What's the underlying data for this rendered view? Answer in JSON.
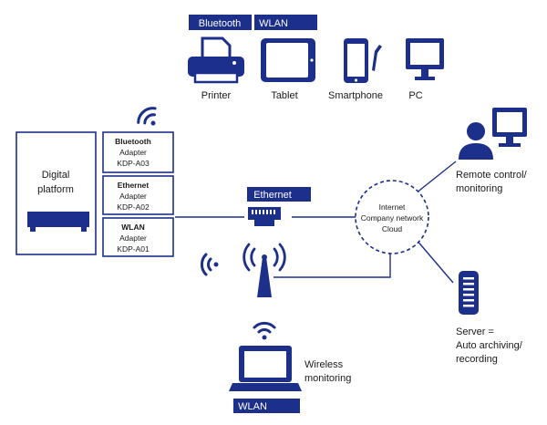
{
  "colors": {
    "primary": "#1c2f8a",
    "text": "#1a1a1a",
    "background": "#ffffff"
  },
  "top_badges": {
    "bluetooth": "Bluetooth",
    "wlan": "WLAN"
  },
  "devices": {
    "printer": "Printer",
    "tablet": "Tablet",
    "smartphone": "Smartphone",
    "pc": "PC"
  },
  "platform": {
    "label_line1": "Digital",
    "label_line2": "platform"
  },
  "adapters": [
    {
      "name": "Bluetooth",
      "line1": "Adapter",
      "line2": "KDP-A03"
    },
    {
      "name": "Ethernet",
      "line1": "Adapter",
      "line2": "KDP-A02"
    },
    {
      "name": "WLAN",
      "line1": "Adapter",
      "line2": "KDP-A01"
    }
  ],
  "ethernet_badge": "Ethernet",
  "cloud": {
    "line1": "Internet",
    "line2": "Company network",
    "line3": "Cloud"
  },
  "remote": {
    "line1": "Remote control/",
    "line2": "monitoring"
  },
  "server": {
    "line1": "Server =",
    "line2": "Auto archiving/",
    "line3": "recording"
  },
  "wireless": {
    "line1": "Wireless",
    "line2": "monitoring"
  },
  "laptop_badge": "WLAN",
  "icons": [
    "printer-icon",
    "tablet-icon",
    "smartphone-icon",
    "pc-icon",
    "wifi-icon",
    "ethernet-port-icon",
    "access-point-icon",
    "user-icon",
    "monitor-icon",
    "server-icon",
    "laptop-icon"
  ]
}
